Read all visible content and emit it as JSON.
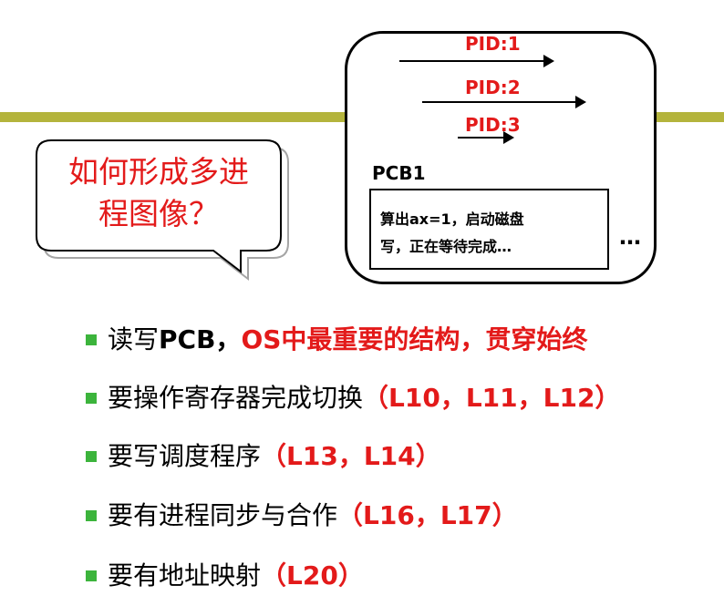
{
  "callout": {
    "line1": "如何形成多进",
    "line2": "程图像？"
  },
  "pcb_diagram": {
    "pids": [
      "PID:1",
      "PID:2",
      "PID:3"
    ],
    "pcb_label": "PCB1",
    "inner_lines": [
      "算出ax=1，启动磁盘",
      "写，正在等待完成…"
    ],
    "ellipsis": "…"
  },
  "bullets": [
    {
      "pre": "读写",
      "bold": "PCB，",
      "red": "OS中最重要的结构，贯穿始终"
    },
    {
      "pre": "要操作寄存器完成切换",
      "bold": "",
      "red": "（L10，L11，L12）"
    },
    {
      "pre": "要写调度程序",
      "bold": "",
      "red": "（L13，L14）"
    },
    {
      "pre": "要有进程同步与合作",
      "bold": "",
      "red": "（L16，L17）"
    },
    {
      "pre": "要有地址映射",
      "bold": "",
      "red": "（L20）"
    }
  ],
  "colors": {
    "accent_red": "#e31a1a",
    "rule_olive": "#b4b43c",
    "bullet_green": "#3cb43c"
  }
}
